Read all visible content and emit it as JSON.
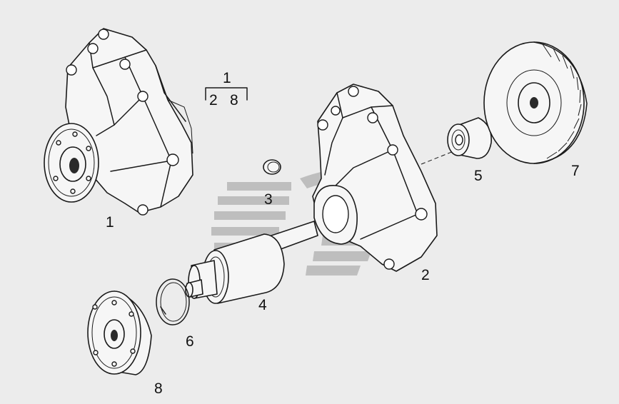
{
  "diagram": {
    "bracket": {
      "top": "1",
      "left": "2",
      "right": "8"
    },
    "part_labels": {
      "p1": "1",
      "p2": "2",
      "p3": "3",
      "p4": "4",
      "p5": "5",
      "p6": "6",
      "p7": "7",
      "p8": "8"
    },
    "colors": {
      "background": "#ececec",
      "line": "#1a1a1a",
      "watermark": "#9a9a9a"
    }
  }
}
